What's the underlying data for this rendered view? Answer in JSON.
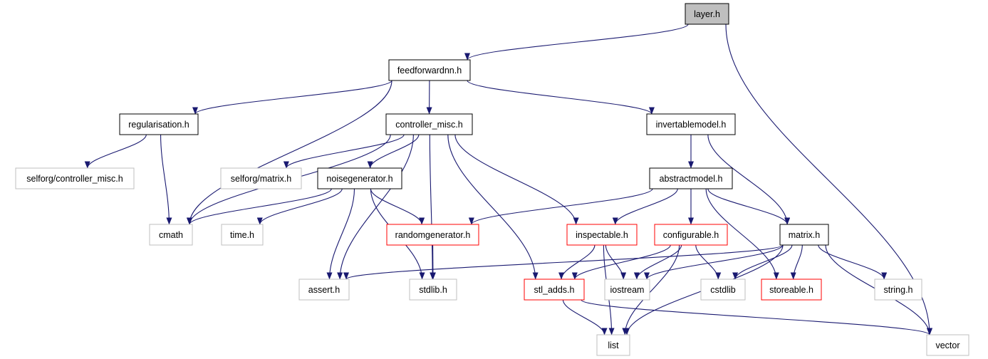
{
  "colors": {
    "edge": "#191970",
    "box_black": "#000000",
    "box_red": "#ff0000",
    "box_gray": "#bfbfbf",
    "root_fill": "#bfbfbf",
    "fill": "#ffffff"
  },
  "nodes": [
    {
      "id": "layer_h",
      "label": "layer.h",
      "style": "root"
    },
    {
      "id": "feedforwardnn_h",
      "label": "feedforwardnn.h",
      "style": "black"
    },
    {
      "id": "regularisation_h",
      "label": "regularisation.h",
      "style": "black"
    },
    {
      "id": "controller_misc_h",
      "label": "controller_misc.h",
      "style": "black"
    },
    {
      "id": "invertablemodel_h",
      "label": "invertablemodel.h",
      "style": "black"
    },
    {
      "id": "selforg_controller_misc_h",
      "label": "selforg/controller_misc.h",
      "style": "gray"
    },
    {
      "id": "selforg_matrix_h",
      "label": "selforg/matrix.h",
      "style": "gray"
    },
    {
      "id": "noisegenerator_h",
      "label": "noisegenerator.h",
      "style": "black"
    },
    {
      "id": "abstractmodel_h",
      "label": "abstractmodel.h",
      "style": "black"
    },
    {
      "id": "cmath",
      "label": "cmath",
      "style": "gray"
    },
    {
      "id": "time_h",
      "label": "time.h",
      "style": "gray"
    },
    {
      "id": "randomgenerator_h",
      "label": "randomgenerator.h",
      "style": "red"
    },
    {
      "id": "inspectable_h",
      "label": "inspectable.h",
      "style": "red"
    },
    {
      "id": "configurable_h",
      "label": "configurable.h",
      "style": "red"
    },
    {
      "id": "matrix_h",
      "label": "matrix.h",
      "style": "black"
    },
    {
      "id": "assert_h",
      "label": "assert.h",
      "style": "gray"
    },
    {
      "id": "stdlib_h",
      "label": "stdlib.h",
      "style": "gray"
    },
    {
      "id": "stl_adds_h",
      "label": "stl_adds.h",
      "style": "red"
    },
    {
      "id": "iostream",
      "label": "iostream",
      "style": "gray"
    },
    {
      "id": "cstdlib",
      "label": "cstdlib",
      "style": "gray"
    },
    {
      "id": "storeable_h",
      "label": "storeable.h",
      "style": "red"
    },
    {
      "id": "string_h",
      "label": "string.h",
      "style": "gray"
    },
    {
      "id": "list",
      "label": "list",
      "style": "gray"
    },
    {
      "id": "vector",
      "label": "vector",
      "style": "gray"
    }
  ],
  "edges": [
    {
      "from": "layer_h",
      "to": "feedforwardnn_h"
    },
    {
      "from": "layer_h",
      "to": "vector"
    },
    {
      "from": "feedforwardnn_h",
      "to": "regularisation_h"
    },
    {
      "from": "feedforwardnn_h",
      "to": "controller_misc_h"
    },
    {
      "from": "feedforwardnn_h",
      "to": "invertablemodel_h"
    },
    {
      "from": "feedforwardnn_h",
      "to": "cmath"
    },
    {
      "from": "regularisation_h",
      "to": "selforg_controller_misc_h"
    },
    {
      "from": "regularisation_h",
      "to": "cmath"
    },
    {
      "from": "controller_misc_h",
      "to": "cmath"
    },
    {
      "from": "controller_misc_h",
      "to": "selforg_matrix_h"
    },
    {
      "from": "controller_misc_h",
      "to": "noisegenerator_h"
    },
    {
      "from": "controller_misc_h",
      "to": "assert_h"
    },
    {
      "from": "controller_misc_h",
      "to": "stdlib_h"
    },
    {
      "from": "controller_misc_h",
      "to": "stl_adds_h"
    },
    {
      "from": "controller_misc_h",
      "to": "inspectable_h"
    },
    {
      "from": "noisegenerator_h",
      "to": "cmath"
    },
    {
      "from": "noisegenerator_h",
      "to": "time_h"
    },
    {
      "from": "noisegenerator_h",
      "to": "randomgenerator_h"
    },
    {
      "from": "noisegenerator_h",
      "to": "assert_h"
    },
    {
      "from": "noisegenerator_h",
      "to": "stdlib_h"
    },
    {
      "from": "invertablemodel_h",
      "to": "abstractmodel_h"
    },
    {
      "from": "invertablemodel_h",
      "to": "matrix_h"
    },
    {
      "from": "abstractmodel_h",
      "to": "randomgenerator_h"
    },
    {
      "from": "abstractmodel_h",
      "to": "inspectable_h"
    },
    {
      "from": "abstractmodel_h",
      "to": "configurable_h"
    },
    {
      "from": "abstractmodel_h",
      "to": "matrix_h"
    },
    {
      "from": "abstractmodel_h",
      "to": "storeable_h"
    },
    {
      "from": "randomgenerator_h",
      "to": "stdlib_h"
    },
    {
      "from": "inspectable_h",
      "to": "stl_adds_h"
    },
    {
      "from": "inspectable_h",
      "to": "iostream"
    },
    {
      "from": "inspectable_h",
      "to": "list"
    },
    {
      "from": "configurable_h",
      "to": "stl_adds_h"
    },
    {
      "from": "configurable_h",
      "to": "iostream"
    },
    {
      "from": "configurable_h",
      "to": "cstdlib"
    },
    {
      "from": "configurable_h",
      "to": "list"
    },
    {
      "from": "matrix_h",
      "to": "assert_h"
    },
    {
      "from": "matrix_h",
      "to": "iostream"
    },
    {
      "from": "matrix_h",
      "to": "cstdlib"
    },
    {
      "from": "matrix_h",
      "to": "storeable_h"
    },
    {
      "from": "matrix_h",
      "to": "string_h"
    },
    {
      "from": "matrix_h",
      "to": "vector"
    },
    {
      "from": "matrix_h",
      "to": "list"
    },
    {
      "from": "stl_adds_h",
      "to": "list"
    },
    {
      "from": "stl_adds_h",
      "to": "vector"
    }
  ]
}
